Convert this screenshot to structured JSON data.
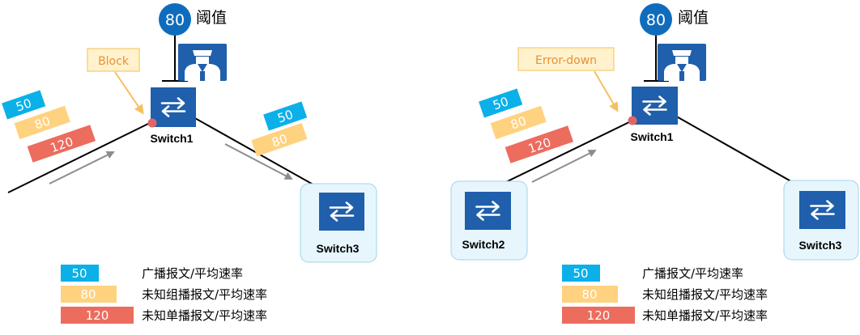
{
  "threshold": {
    "value": "80",
    "label": "阈值"
  },
  "left_panel": {
    "callout": "Block",
    "ingress": [
      "50",
      "80",
      "120"
    ],
    "egress": [
      "50",
      "80"
    ],
    "switch_center": "Switch1",
    "switch_right": "Switch3"
  },
  "right_panel": {
    "callout": "Error-down",
    "ingress": [
      "50",
      "80",
      "120"
    ],
    "switch_center": "Switch1",
    "switch_left": "Switch2",
    "switch_right": "Switch3"
  },
  "legend": [
    {
      "value": "50",
      "label": "广播报文/平均速率"
    },
    {
      "value": "80",
      "label": "未知组播报文/平均速率"
    },
    {
      "value": "120",
      "label": "未知单播报文/平均速率"
    }
  ],
  "colors": {
    "blue": "#0bb0e8",
    "orange": "#ffd280",
    "red": "#ec6c5e",
    "switch": "#1f5fab",
    "circle": "#0f6cbd",
    "callout_fill": "#fff2cc",
    "callout_border": "#f7c970",
    "port_dot": "#e06666"
  },
  "icons": [
    "switch-icon",
    "police-officer-icon",
    "threshold-circle-icon",
    "arrow-icon"
  ]
}
